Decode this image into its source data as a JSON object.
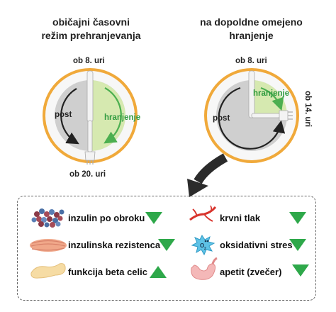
{
  "left_panel": {
    "title_line1": "običajni časovni",
    "title_line2": "režim prehranjevanja",
    "top_time": "ob 8. uri",
    "bottom_time": "ob 20. uri",
    "fast_label": "post",
    "eat_label": "hranjenje"
  },
  "right_panel": {
    "title_line1": "na dopoldne omejeno",
    "title_line2": "hranjenje",
    "top_time": "ob 8. uri",
    "side_time": "ob 14. uri",
    "fast_label": "post",
    "eat_label": "hranjenje"
  },
  "effects": [
    {
      "label": "inzulin po obroku",
      "icon": "insulin-molecule-icon",
      "trend": "down"
    },
    {
      "label": "inzulinska rezistenca",
      "icon": "muscle-icon",
      "trend": "down"
    },
    {
      "label": "funkcija beta celic",
      "icon": "pancreas-icon",
      "trend": "up"
    },
    {
      "label": "krvni tlak",
      "icon": "blood-vessel-icon",
      "trend": "down"
    },
    {
      "label": "oksidativni stres",
      "icon": "oxidative-stress-icon",
      "trend": "down"
    },
    {
      "label": "apetit (zvečer)",
      "icon": "stomach-icon",
      "trend": "down"
    }
  ],
  "colors": {
    "eating_green": "#d6e9b0",
    "arrow_green": "#4caf50",
    "triangle_green": "#2ea84a",
    "plate_rim": "#f0a93a",
    "plate_gray": "#c9c9c9",
    "dark_arrow": "#2b2b2b"
  }
}
